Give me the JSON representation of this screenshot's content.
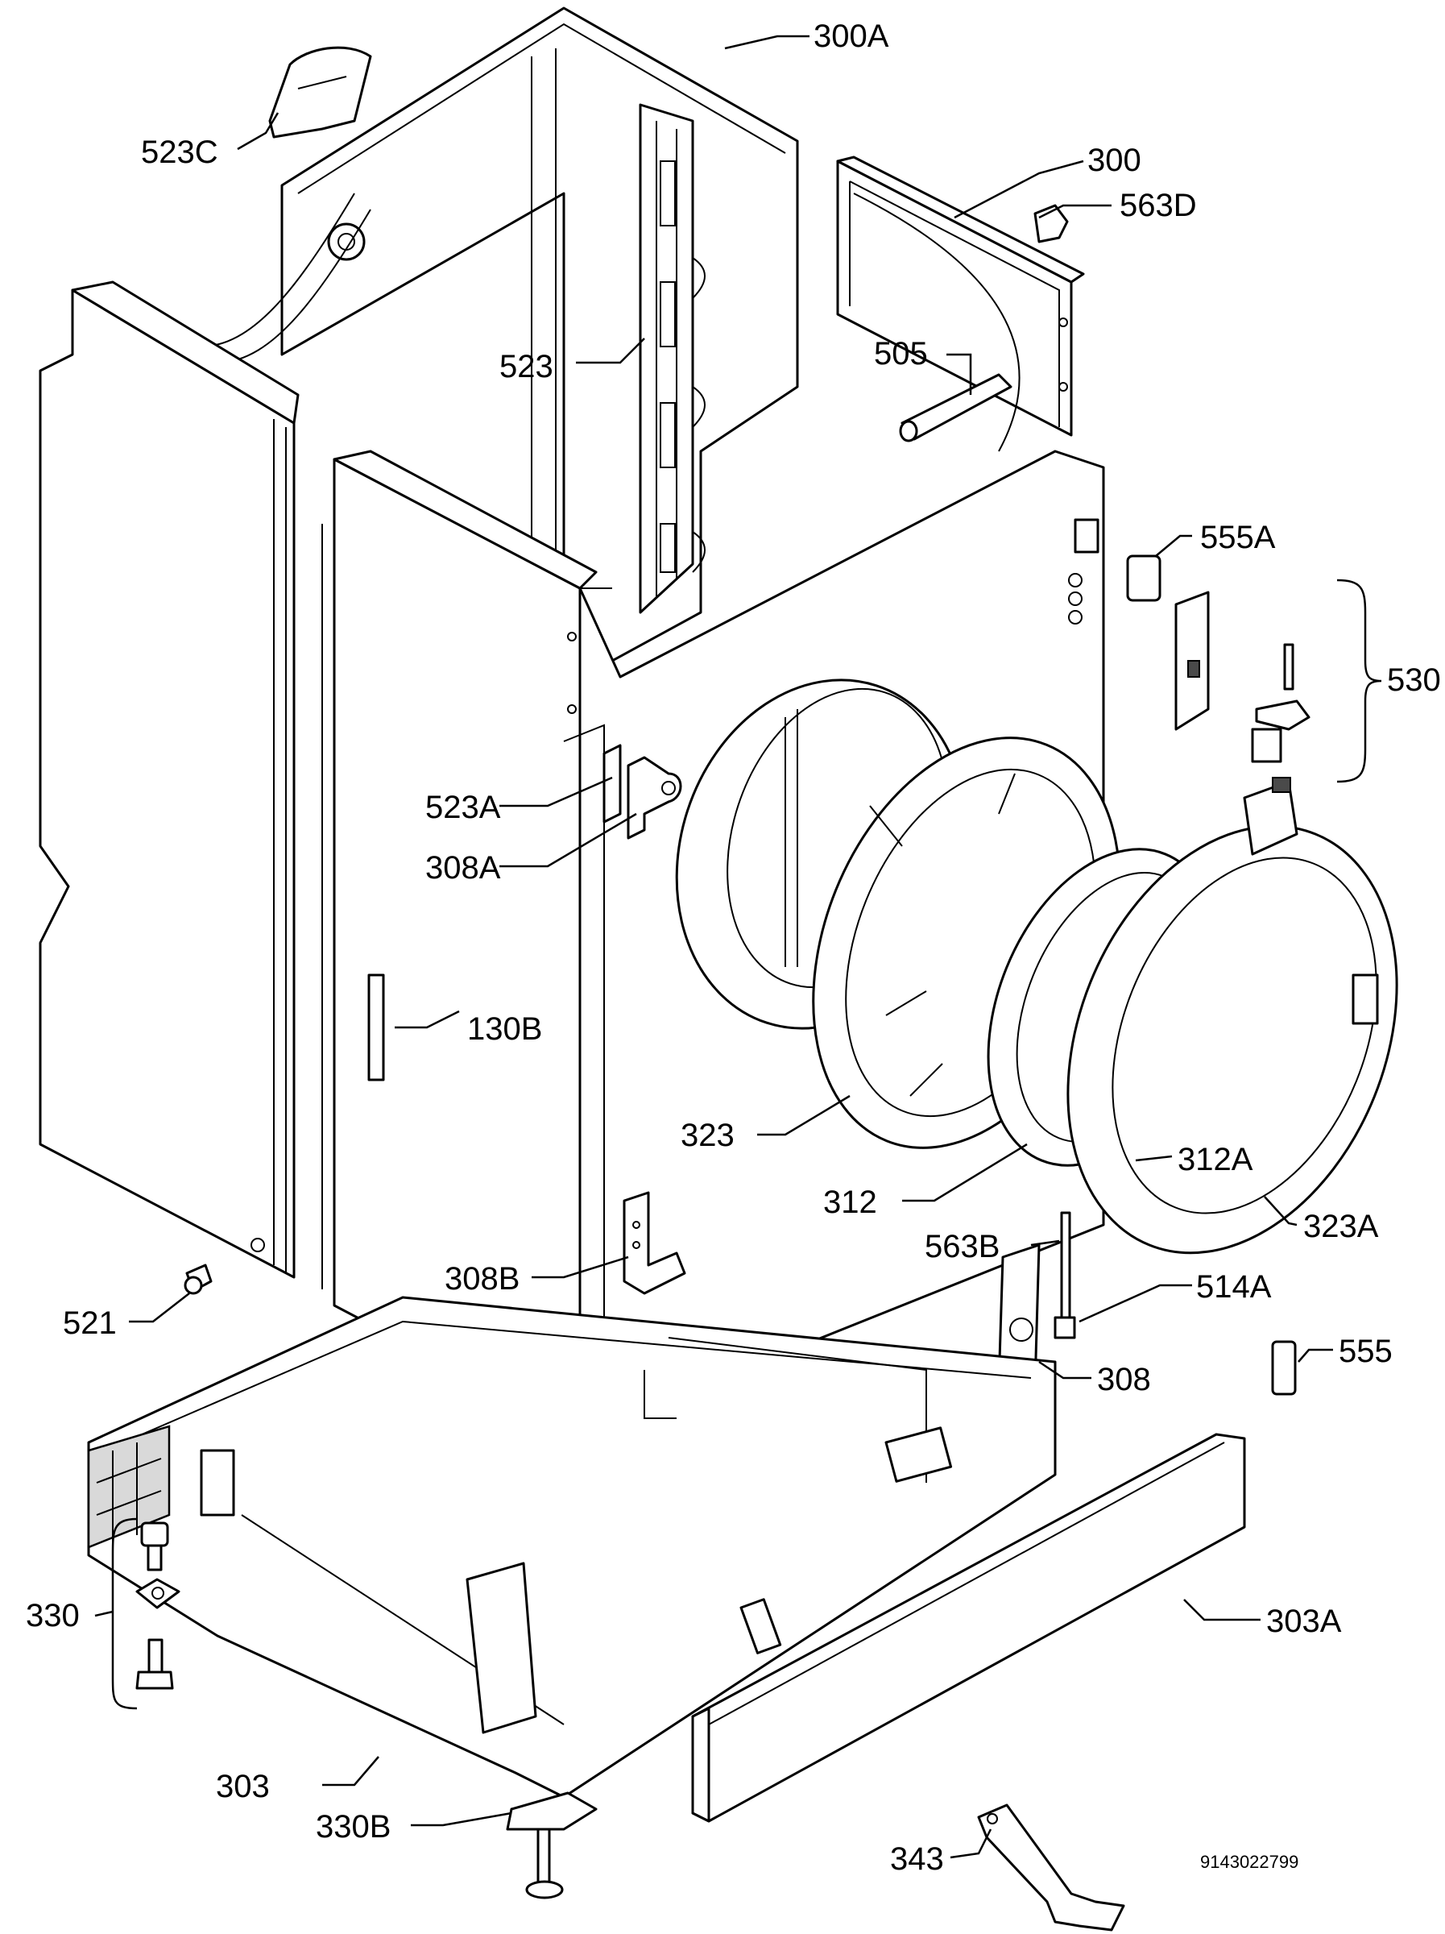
{
  "labels": {
    "l_300a": "300A",
    "l_523c": "523C",
    "l_300": "300",
    "l_563d": "563D",
    "l_505": "505",
    "l_523": "523",
    "l_555a": "555A",
    "l_530": "530",
    "l_523a": "523A",
    "l_308a": "308A",
    "l_130b": "130B",
    "l_323": "323",
    "l_312a": "312A",
    "l_312": "312",
    "l_323a": "323A",
    "l_563b": "563B",
    "l_514a": "514A",
    "l_521": "521",
    "l_308b": "308B",
    "l_308": "308",
    "l_555": "555",
    "l_303a": "303A",
    "l_330": "330",
    "l_303": "303",
    "l_330b": "330B",
    "l_343": "343"
  },
  "drawing_number": "9143022799"
}
